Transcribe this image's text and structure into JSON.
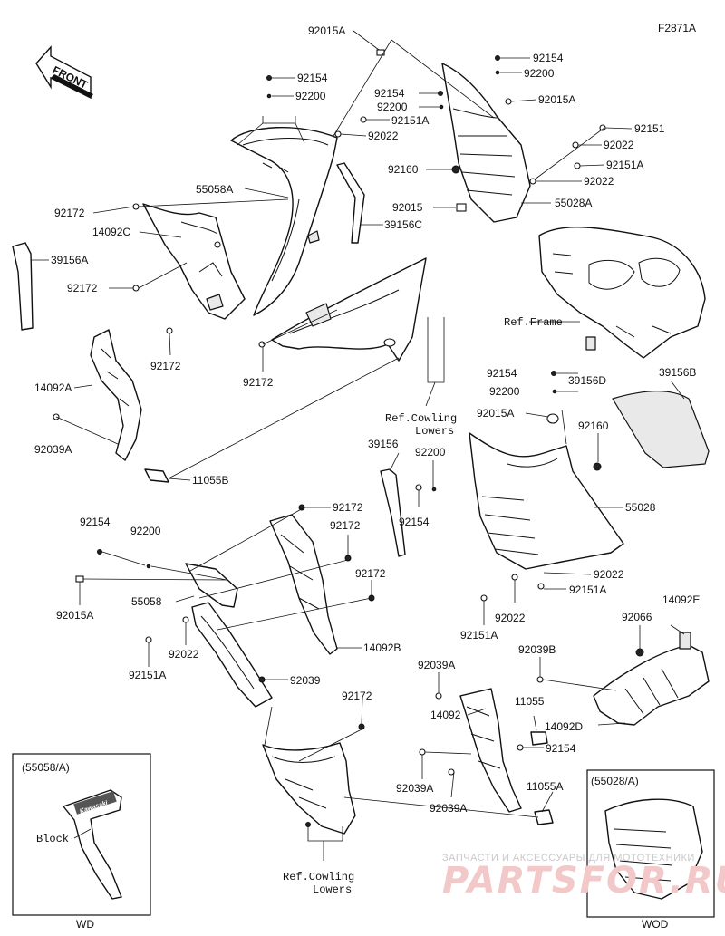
{
  "figure_code": "F2871A",
  "front_label": "FRONT",
  "watermark": {
    "line1": "ЗАПЧАСТИ И АКСЕССУАРЫ ДЛЯ МОТОТЕХНИКИ",
    "line2": "PARTSFOR.RU"
  },
  "callouts": {
    "c01": "92015A",
    "c02": "92154",
    "c03": "92200",
    "c04": "92154",
    "c05": "92200",
    "c06": "92151A",
    "c07": "92022",
    "c08": "92154",
    "c09": "92200",
    "c10": "92015A",
    "c11": "92151",
    "c12": "92022",
    "c13": "92151A",
    "c14": "92022",
    "c15": "92160",
    "c16": "55058A",
    "c17": "92172",
    "c18": "14092C",
    "c19": "39156C",
    "c20": "92015",
    "c21": "55028A",
    "c22": "39156A",
    "c23": "92172",
    "c24": "92172",
    "c25": "92172",
    "c26": "Ref.Frame",
    "c27": "14092A",
    "c28": "92154",
    "c29": "39156D",
    "c30": "39156B",
    "c31": "92200",
    "c32": "Ref.Cowling",
    "c33": "Lowers",
    "c34": "92015A",
    "c35": "92160",
    "c36": "92039A",
    "c37": "39156",
    "c38": "92200",
    "c39": "55028",
    "c40": "11055B",
    "c41": "92154",
    "c42": "92172",
    "c43": "92154",
    "c44": "92200",
    "c45": "92172",
    "c46": "92172",
    "c47": "92022",
    "c48": "92015A",
    "c49": "92151A",
    "c50": "55058",
    "c51": "92022",
    "c52": "14092E",
    "c53": "92151A",
    "c54": "92066",
    "c55": "92022",
    "c56": "14092B",
    "c57": "92039B",
    "c58": "92151A",
    "c59": "92039",
    "c60": "92039A",
    "c61": "11055",
    "c62": "92172",
    "c63": "14092",
    "c64": "14092D",
    "c65": "92154",
    "c66": "92039A",
    "c67": "11055A",
    "c68": "92039A",
    "c69": "Ref.Cowling",
    "c70": "Lowers"
  },
  "inset_wd": {
    "title": "(55058/A)",
    "label": "Block",
    "badge": "Kawasaki",
    "footer": "WD"
  },
  "inset_wod": {
    "title": "(55028/A)",
    "footer": "WOD"
  }
}
